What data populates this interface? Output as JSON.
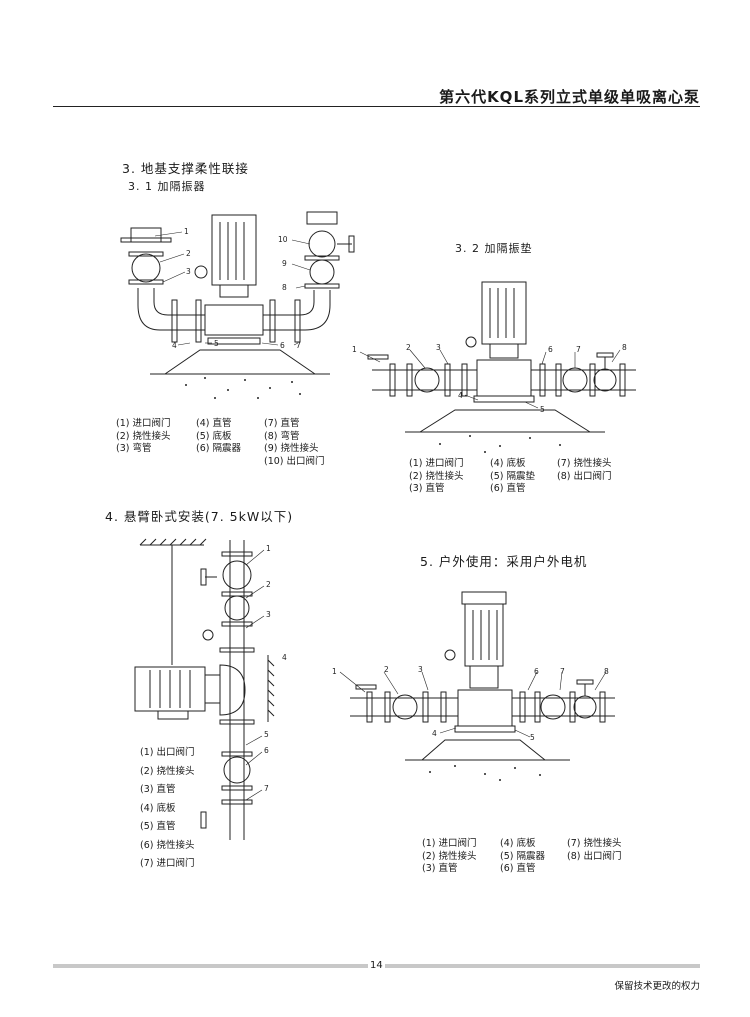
{
  "header": {
    "title": "第六代KQL系列立式单级单吸离心泵"
  },
  "section3": {
    "title": "3. 地基支撑柔性联接",
    "sub1": {
      "title": "3. 1  加隔振器",
      "callouts": [
        "1",
        "2",
        "3",
        "4",
        "5",
        "6",
        "7",
        "8",
        "9",
        "10"
      ],
      "legend": [
        [
          "(1) 进口阀门",
          "(2) 挠性接头",
          "(3) 弯管"
        ],
        [
          "(4) 直管",
          "(5) 底板",
          "(6) 隔震器"
        ],
        [
          "(7) 直管",
          "(8) 弯管",
          "(9) 挠性接头",
          "(10) 出口阀门"
        ]
      ]
    },
    "sub2": {
      "title": "3. 2  加隔振垫",
      "callouts": [
        "1",
        "2",
        "3",
        "4",
        "5",
        "6",
        "7",
        "8"
      ],
      "legend": [
        [
          "(1) 进口阀门",
          "(2) 挠性接头",
          "(3) 直管"
        ],
        [
          "(4) 底板",
          "(5) 隔震垫",
          "(6) 直管"
        ],
        [
          "(7) 挠性接头",
          "(8) 出口阀门"
        ]
      ]
    }
  },
  "section4": {
    "title": "4. 悬臂卧式安装(7. 5kW以下)",
    "callouts": [
      "1",
      "2",
      "3",
      "4",
      "5",
      "6",
      "7"
    ],
    "legend": [
      "(1) 出口阀门",
      "(2) 挠性接头",
      "(3) 直管",
      "(4) 底板",
      "(5) 直管",
      "(6) 挠性接头",
      "(7) 进口阀门"
    ]
  },
  "section5": {
    "title": "5. 户外使用：采用户外电机",
    "callouts": [
      "1",
      "2",
      "3",
      "4",
      "5",
      "6",
      "7",
      "8"
    ],
    "legend": [
      [
        "(1) 进口阀门",
        "(2) 挠性接头",
        "(3) 直管"
      ],
      [
        "(4) 底板",
        "(5) 隔震器",
        "(6) 直管"
      ],
      [
        "(7) 挠性接头",
        "(8) 出口阀门"
      ]
    ]
  },
  "footer": {
    "page_number": "14",
    "note": "保留技术更改的权力"
  }
}
